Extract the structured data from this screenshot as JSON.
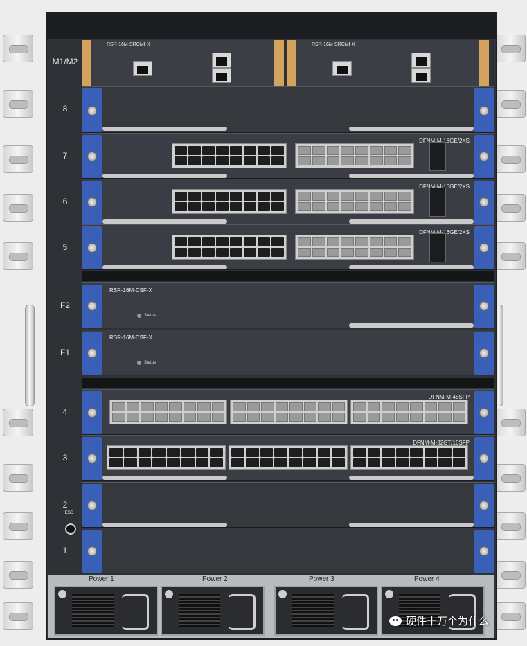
{
  "chassis": {
    "slot_labels": {
      "m": "M1/M2",
      "s8": "8",
      "s7": "7",
      "s6": "6",
      "s5": "5",
      "f2": "F2",
      "f1": "F1",
      "s4": "4",
      "s3": "3",
      "s2": "2",
      "s1": "1"
    },
    "supervisors": [
      {
        "name": "RSR-16M-SRCMI-X"
      },
      {
        "name": "RSR-16M-SRCMI-X"
      }
    ],
    "cards": {
      "s7": "DFNM-M-16GE/2XS",
      "s6": "DFNM-M-16GE/2XS",
      "s5": "DFNM-M-16GE/2XS",
      "f2": "RSR-16M-DSF-X",
      "f1": "RSR-16M-DSF-X",
      "s4": "DFNM-M-48SFP",
      "s3": "DFNM-M-32GT/16SFP"
    },
    "status_label": "Status",
    "esd_label": "ESD",
    "power": [
      "Power 1",
      "Power 2",
      "Power 3",
      "Power 4"
    ]
  },
  "watermark": "硬件十万个为什么",
  "colors": {
    "chassis": "#2e3136",
    "lever": "#3a5fb8",
    "supervisor_tab": "#d4a35e"
  }
}
